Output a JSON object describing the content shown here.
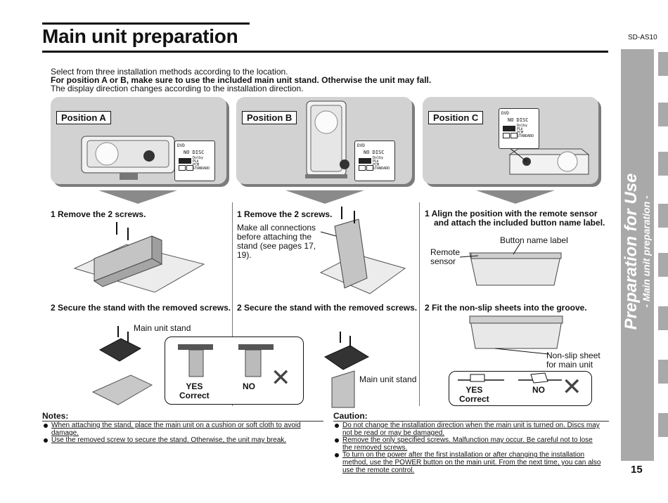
{
  "header": {
    "title": "Main unit preparation",
    "model": "SD-AS10",
    "page_number": "15"
  },
  "sidebar": {
    "title": "Preparation for Use",
    "subtitle": "- Main unit preparation -"
  },
  "intro": {
    "line1": "Select from three installation methods according to the location.",
    "line2": "For position A or B, make sure to use the included main unit stand. Otherwise the unit may fall.",
    "line3": "The display direction changes according to the installation direction."
  },
  "display_panel": {
    "source": "DVD",
    "message": "NO DISC",
    "formats": [
      "Dolby",
      "PLⅡ",
      "PCM",
      "STANDARD"
    ]
  },
  "positions": [
    {
      "label": "Position A"
    },
    {
      "label": "Position B"
    },
    {
      "label": "Position C"
    }
  ],
  "position_a": {
    "step1": "1 Remove the 2 screws.",
    "step2": "2 Secure the stand with the removed screws.",
    "stand_label": "Main unit stand",
    "yes_line1": "YES",
    "yes_line2": "Correct",
    "no": "NO"
  },
  "position_b": {
    "step1": "1 Remove the 2 screws.",
    "note_lines": [
      "Make all connections",
      "before attaching the",
      "stand (see pages 17,",
      "19)."
    ],
    "step2": "2 Secure the stand with the removed screws.",
    "stand_label": "Main unit stand"
  },
  "position_c": {
    "step1_line1": "1  Align the position with the remote sensor",
    "step1_line2": "and attach the included button name label.",
    "button_label": "Button name label",
    "remote_line1": "Remote",
    "remote_line2": "sensor",
    "step2": "2  Fit the non-slip sheets into the groove.",
    "sheet_line1": "Non-slip sheet",
    "sheet_line2": "for main unit",
    "yes_line1": "YES",
    "yes_line2": "Correct",
    "no": "NO"
  },
  "notes": {
    "title": "Notes:",
    "items": [
      {
        "line1": "When attaching the stand, place the main unit on a cushion or soft cloth to avoid",
        "line2": "damage."
      },
      {
        "line1": "Use the removed screw to secure the stand. Otherwise, the unit may break.",
        "line2": ""
      }
    ]
  },
  "caution": {
    "title": "Caution:",
    "items": [
      {
        "line1": "Do not change the installation direction when the main unit is turned on. Discs may",
        "line2": "not be read or may be damaged."
      },
      {
        "line1": "Remove the only specified screws. Malfunction may occur. Be careful not to lose",
        "line2": "the removed screws."
      },
      {
        "line1": "To turn on the power after the first installation or after changing the installation",
        "line2": "method, use the POWER button on the main unit. From the next time, you can also",
        "line3": "use the remote control."
      }
    ]
  }
}
